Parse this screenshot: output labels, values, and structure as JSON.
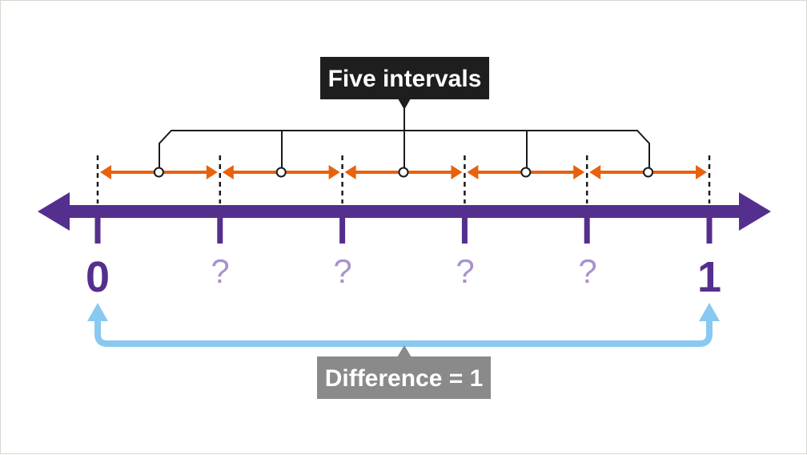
{
  "title_label": "Five intervals",
  "difference_label": "Difference = 1",
  "tick_labels": [
    "0",
    "?",
    "?",
    "?",
    "?",
    "1"
  ],
  "intervals": 5,
  "colors": {
    "number_line": "#552f8e",
    "end_label": "#552f8e",
    "unknown_label": "#a993cc",
    "interval_arrow": "#e8620e",
    "bracket": "#1a1a1a",
    "label_box_dark": "#1e1e1e",
    "label_box_grey": "#8a8a8a",
    "difference_arrow": "#88c9f1",
    "guide": "#1a1a1a",
    "marker_fill": "#ffffff"
  },
  "icons": {
    "left_end": "arrowhead-left-icon",
    "right_end": "arrowhead-right-icon"
  }
}
